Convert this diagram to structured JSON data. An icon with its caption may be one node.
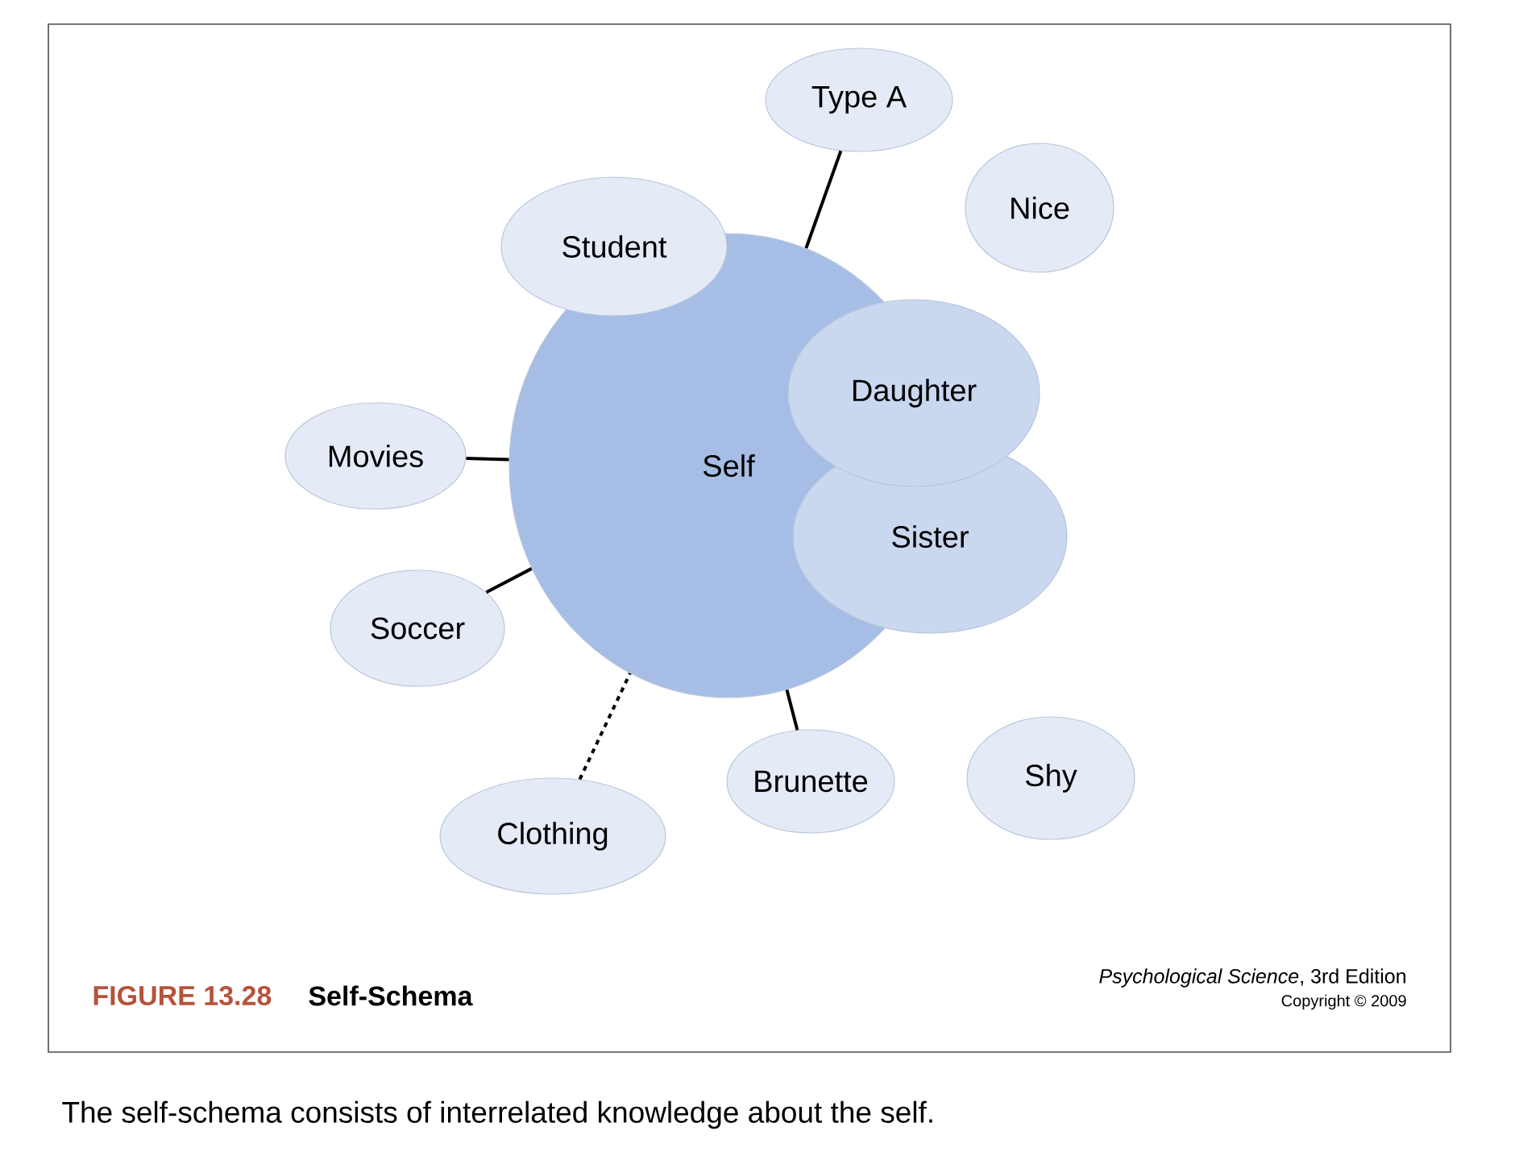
{
  "diagram": {
    "title": "Self-Schema",
    "caption": "The self-schema consists of interrelated knowledge about the self.",
    "nodes": [
      {
        "text": [
          "Self"
        ]
      },
      {
        "text": [
          "Type A"
        ]
      },
      {
        "text": [
          "Nice"
        ]
      },
      {
        "text": [
          "Student"
        ]
      },
      {
        "text": [
          "Daughter"
        ]
      },
      {
        "text": [
          "Sister"
        ]
      },
      {
        "text": [
          "Movies"
        ]
      },
      {
        "text": [
          "Soccer"
        ]
      },
      {
        "text": [
          "Brunette"
        ]
      },
      {
        "text": [
          "Shy"
        ]
      },
      {
        "text": [
          "Clothing"
        ]
      }
    ],
    "edges": [
      {
        "from": 1,
        "to": 0,
        "arrow": "none"
      },
      {
        "from": 6,
        "to": 0,
        "arrow": "none"
      },
      {
        "from": 7,
        "to": 0,
        "arrow": "none"
      },
      {
        "from": 8,
        "to": 0,
        "arrow": "none"
      },
      {
        "from": 10,
        "to": 0,
        "arrow": "none",
        "style": "dashed"
      }
    ],
    "labels": [
      "FIGURE 13.28",
      "*Psychological Science*, 3rd Edition",
      "Copyright © 2009"
    ]
  }
}
